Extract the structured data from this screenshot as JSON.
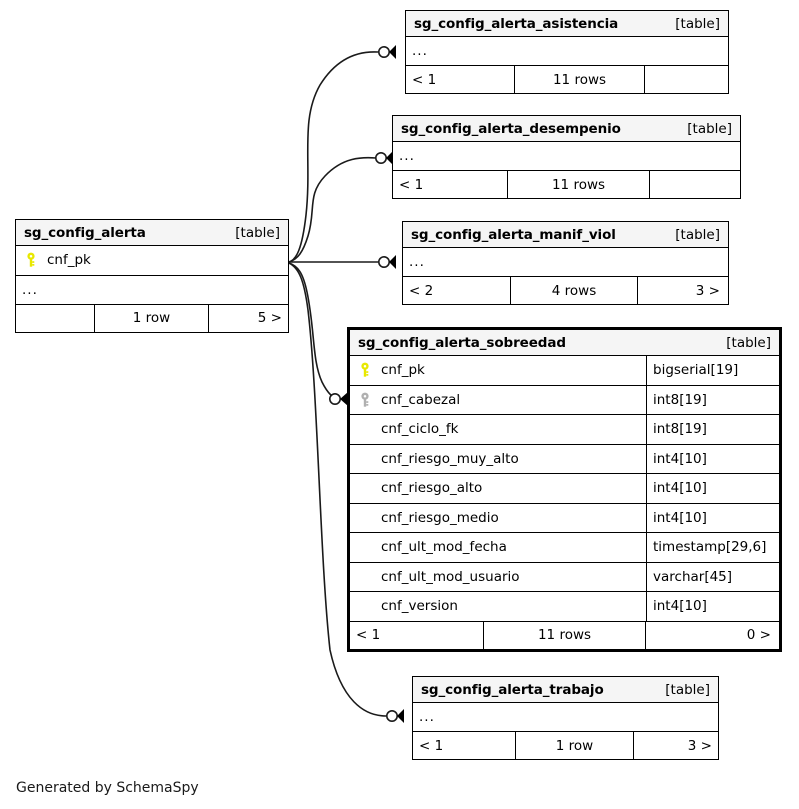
{
  "diagram": {
    "tool": "SchemaSpy",
    "caption": "Generated by SchemaSpy",
    "kind_label": "[table]",
    "ellipsis": "...",
    "colors": {
      "background": "#ffffff",
      "header_fill": "#f5f5f5",
      "border": "#000000",
      "primary_key_icon": "#e8e800",
      "foreign_key_icon": "#b0b0b0",
      "edge": "#1a1a1a"
    },
    "icons": {
      "primary_key": "key-icon-yellow",
      "foreign_key": "key-icon-gray"
    }
  },
  "tables": [
    {
      "id": "sg_config_alerta",
      "name": "sg_config_alerta",
      "kind": "[table]",
      "focal": false,
      "columns": [
        {
          "key": "primary",
          "name": "cnf_pk",
          "type": ""
        }
      ],
      "has_ellipsis_row": true,
      "footer": {
        "left": "",
        "middle": "1 row",
        "right": "5 >"
      }
    },
    {
      "id": "sg_config_alerta_asistencia",
      "name": "sg_config_alerta_asistencia",
      "kind": "[table]",
      "focal": false,
      "columns": [],
      "has_ellipsis_row": true,
      "footer": {
        "left": "< 1",
        "middle": "11 rows",
        "right": ""
      }
    },
    {
      "id": "sg_config_alerta_desempenio",
      "name": "sg_config_alerta_desempenio",
      "kind": "[table]",
      "focal": false,
      "columns": [],
      "has_ellipsis_row": true,
      "footer": {
        "left": "< 1",
        "middle": "11 rows",
        "right": ""
      }
    },
    {
      "id": "sg_config_alerta_manif_viol",
      "name": "sg_config_alerta_manif_viol",
      "kind": "[table]",
      "focal": false,
      "columns": [],
      "has_ellipsis_row": true,
      "footer": {
        "left": "< 2",
        "middle": "4 rows",
        "right": "3 >"
      }
    },
    {
      "id": "sg_config_alerta_sobreedad",
      "name": "sg_config_alerta_sobreedad",
      "kind": "[table]",
      "focal": true,
      "columns": [
        {
          "key": "primary",
          "name": "cnf_pk",
          "type": "bigserial[19]"
        },
        {
          "key": "foreign",
          "name": "cnf_cabezal",
          "type": "int8[19]"
        },
        {
          "key": "none",
          "name": "cnf_ciclo_fk",
          "type": "int8[19]"
        },
        {
          "key": "none",
          "name": "cnf_riesgo_muy_alto",
          "type": "int4[10]"
        },
        {
          "key": "none",
          "name": "cnf_riesgo_alto",
          "type": "int4[10]"
        },
        {
          "key": "none",
          "name": "cnf_riesgo_medio",
          "type": "int4[10]"
        },
        {
          "key": "none",
          "name": "cnf_ult_mod_fecha",
          "type": "timestamp[29,6]"
        },
        {
          "key": "none",
          "name": "cnf_ult_mod_usuario",
          "type": "varchar[45]"
        },
        {
          "key": "none",
          "name": "cnf_version",
          "type": "int4[10]"
        }
      ],
      "has_ellipsis_row": false,
      "footer": {
        "left": "< 1",
        "middle": "11 rows",
        "right": "0 >"
      }
    },
    {
      "id": "sg_config_alerta_trabajo",
      "name": "sg_config_alerta_trabajo",
      "kind": "[table]",
      "focal": false,
      "columns": [],
      "has_ellipsis_row": true,
      "footer": {
        "left": "< 1",
        "middle": "1 row",
        "right": "3 >"
      }
    }
  ],
  "relationships": [
    {
      "from": "sg_config_alerta",
      "to": "sg_config_alerta_asistencia"
    },
    {
      "from": "sg_config_alerta",
      "to": "sg_config_alerta_desempenio"
    },
    {
      "from": "sg_config_alerta",
      "to": "sg_config_alerta_manif_viol"
    },
    {
      "from": "sg_config_alerta",
      "to": "sg_config_alerta_sobreedad"
    },
    {
      "from": "sg_config_alerta",
      "to": "sg_config_alerta_trabajo"
    }
  ]
}
